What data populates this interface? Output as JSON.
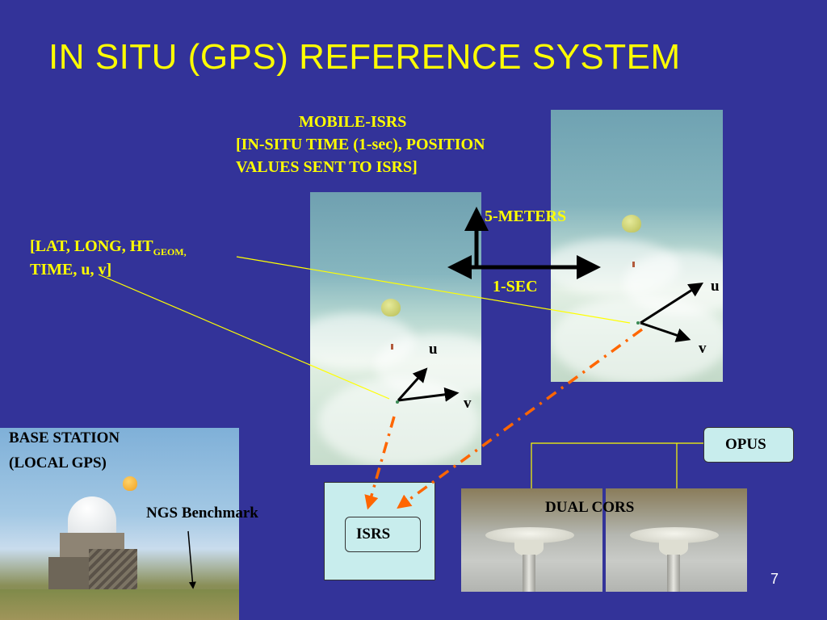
{
  "slide": {
    "title": "IN SITU (GPS) REFERENCE SYSTEM",
    "page_number": "7"
  },
  "mobile": {
    "line1": "MOBILE-ISRS",
    "line2": "[IN-SITU TIME (1-sec), POSITION",
    "line3": "VALUES SENT TO ISRS]"
  },
  "data_label": {
    "part1": "[LAT, LONG, HT",
    "sub": "GEOM,",
    "line2": "TIME, u, v]"
  },
  "scale": {
    "meters": "5-METERS",
    "sec": "1-SEC"
  },
  "axes": {
    "u": "u",
    "v": "v"
  },
  "base_station": {
    "line1": "BASE STATION",
    "line2": "(LOCAL GPS)",
    "benchmark": "NGS Benchmark"
  },
  "boxes": {
    "isrs": "ISRS",
    "opus": "OPUS",
    "dual_cors": "DUAL CORS"
  },
  "colors": {
    "background": "#333399",
    "title": "#ffff00",
    "leader": "#ffff00",
    "data_link": "#ff6600",
    "box_fill": "#c8eded"
  }
}
